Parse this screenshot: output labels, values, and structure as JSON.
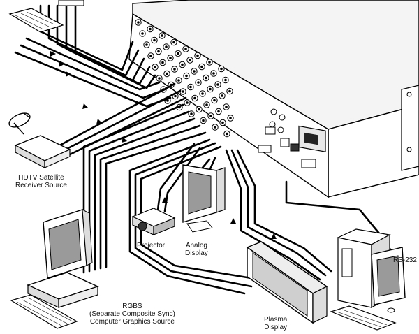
{
  "labels": {
    "hdtv_line1": "HDTV Satellite",
    "hdtv_line2": "Receiver Source",
    "projector": "Projector",
    "analog_line1": "Analog",
    "analog_line2": "Display",
    "rs232": "RS-232",
    "rgbs_line1": "RGBS",
    "rgbs_line2": "(Separate Composite Sync)",
    "rgbs_line3": "Computer Graphics Source",
    "plasma_line1": "Plasma",
    "plasma_line2": "Display"
  },
  "colors": {
    "cable": "#000000",
    "device_fill": "#ffffff",
    "device_shade": "#d8d8d8",
    "screen_shade": "#9a9a9a"
  }
}
